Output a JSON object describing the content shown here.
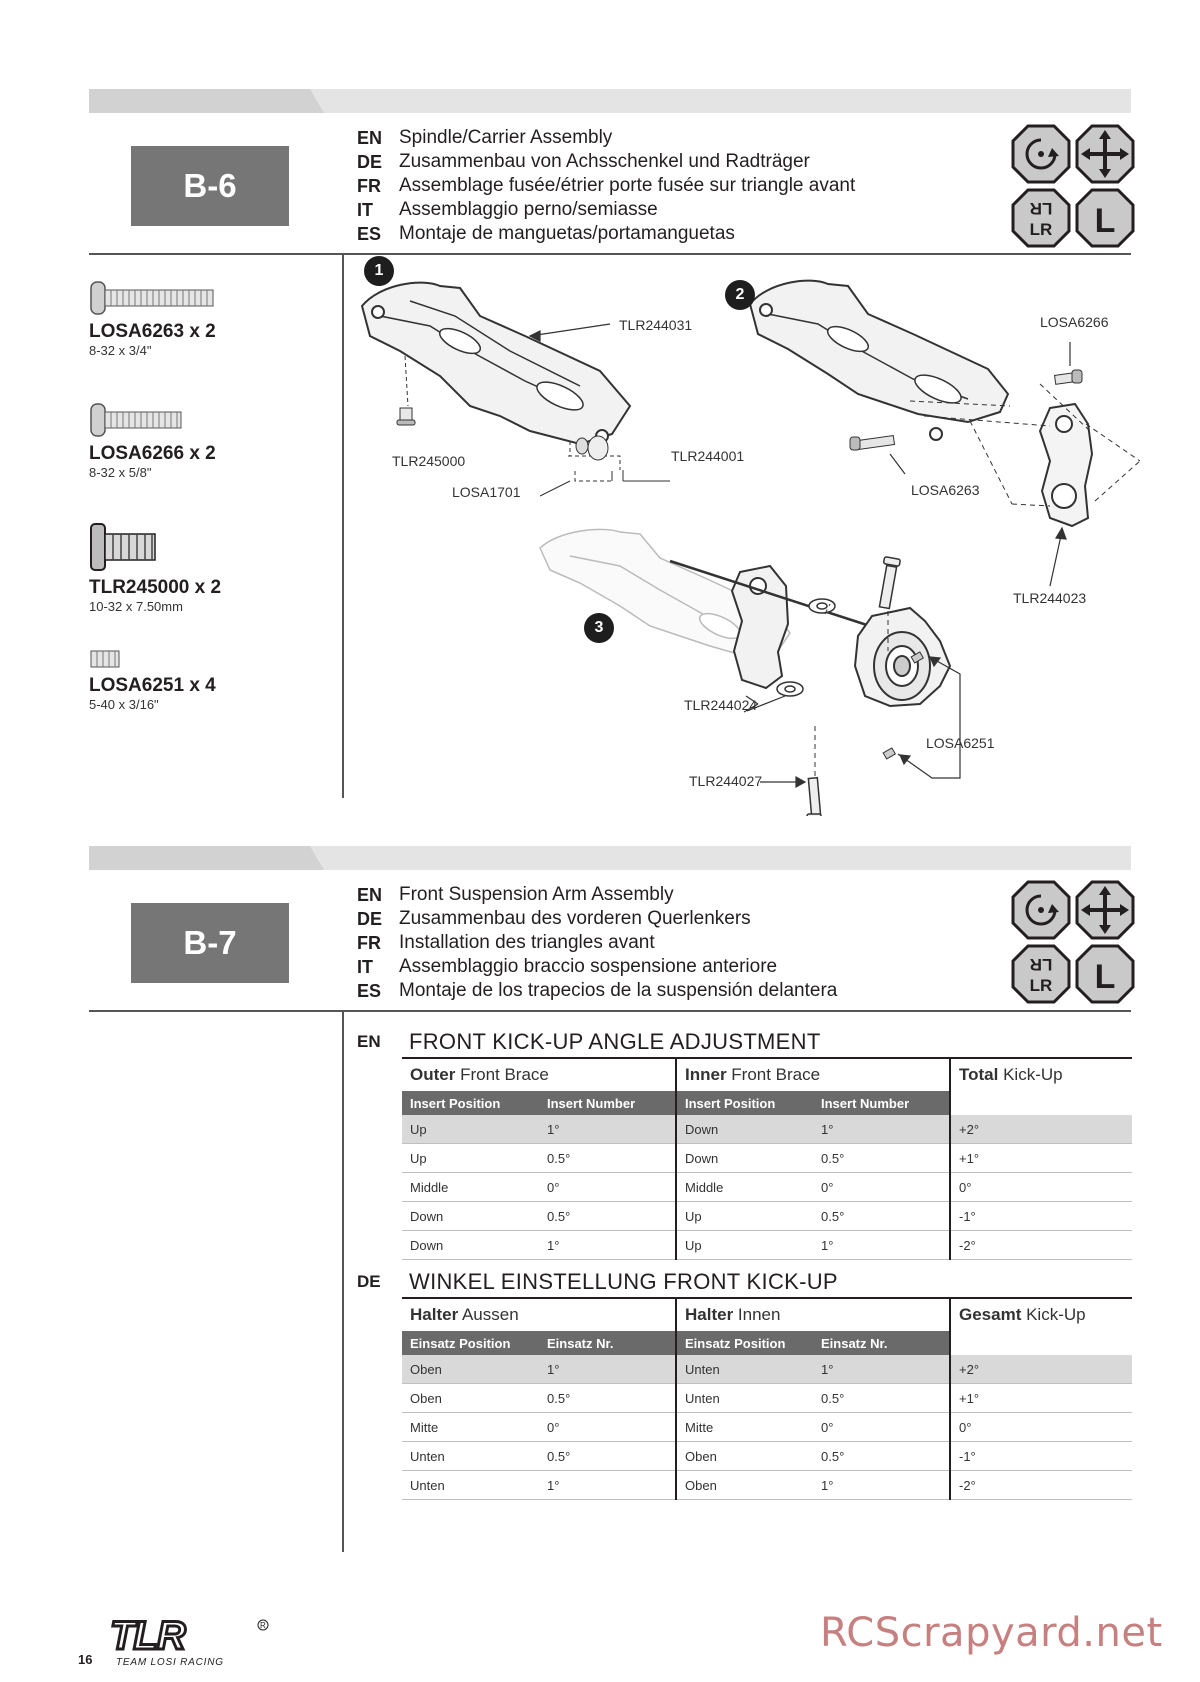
{
  "b6": {
    "step": "B-6",
    "titles": [
      {
        "code": "EN",
        "text": "Spindle/Carrier Assembly"
      },
      {
        "code": "DE",
        "text": "Zusammenbau von Achsschenkel und Radträger"
      },
      {
        "code": "FR",
        "text": "Assemblage fusée/étrier porte fusée sur triangle avant"
      },
      {
        "code": "IT",
        "text": "Assemblaggio perno/semiasse"
      },
      {
        "code": "ES",
        "text": "Montaje de manguetas/portamanguetas"
      }
    ],
    "icon_names": [
      "rotate-icon",
      "move-arrows-icon",
      "left-right-icon",
      "left-icon"
    ],
    "icon_letters": {
      "l": "L",
      "lr": "LR"
    },
    "parts": [
      {
        "name": "LOSA6263 x 2",
        "size": "8-32 x 3/4\""
      },
      {
        "name": "LOSA6266 x 2",
        "size": "8-32 x 5/8\""
      },
      {
        "name": "TLR245000 x 2",
        "size": "10-32 x 7.50mm"
      },
      {
        "name": "LOSA6251 x 4",
        "size": "5-40 x 3/16\""
      }
    ],
    "steps": [
      "1",
      "2",
      "3"
    ],
    "callouts": {
      "c1": "TLR244031",
      "c2": "TLR245000",
      "c3": "TLR244001",
      "c4": "LOSA1701",
      "c5": "LOSA6266",
      "c6": "LOSA6263",
      "c7": "TLR244023",
      "c8": "TLR244024",
      "c9": "LOSA6251",
      "c10": "TLR244027"
    }
  },
  "b7": {
    "step": "B-7",
    "titles": [
      {
        "code": "EN",
        "text": "Front Suspension Arm Assembly"
      },
      {
        "code": "DE",
        "text": "Zusammenbau des vorderen Querlenkers"
      },
      {
        "code": "FR",
        "text": "Installation des triangles avant"
      },
      {
        "code": "IT",
        "text": "Assemblaggio braccio sospensione anteriore"
      },
      {
        "code": "ES",
        "text": "Montaje de los trapecios de la suspensión delantera"
      }
    ],
    "tables": [
      {
        "code": "EN",
        "title": "FRONT KICK-UP ANGLE ADJUSTMENT",
        "group1_bold": "Outer",
        "group1_rest": " Front Brace",
        "group2_bold": "Inner",
        "group2_rest": " Front Brace",
        "group3_bold": "Total",
        "group3_rest": " Kick-Up",
        "col_pos": "Insert Position",
        "col_num": "Insert Number",
        "rows": [
          [
            "Up",
            "1°",
            "Down",
            "1°",
            "+2°"
          ],
          [
            "Up",
            "0.5°",
            "Down",
            "0.5°",
            "+1°"
          ],
          [
            "Middle",
            "0°",
            "Middle",
            "0°",
            "0°"
          ],
          [
            "Down",
            "0.5°",
            "Up",
            "0.5°",
            "-1°"
          ],
          [
            "Down",
            "1°",
            "Up",
            "1°",
            "-2°"
          ]
        ]
      },
      {
        "code": "DE",
        "title": "WINKEL EINSTELLUNG FRONT KICK-UP",
        "group1_bold": "Halter",
        "group1_rest": " Aussen",
        "group2_bold": "Halter",
        "group2_rest": " Innen",
        "group3_bold": "Gesamt",
        "group3_rest": " Kick-Up",
        "col_pos": "Einsatz Position",
        "col_num": "Einsatz Nr.",
        "rows": [
          [
            "Oben",
            "1°",
            "Unten",
            "1°",
            "+2°"
          ],
          [
            "Oben",
            "0.5°",
            "Unten",
            "0.5°",
            "+1°"
          ],
          [
            "Mitte",
            "0°",
            "Mitte",
            "0°",
            "0°"
          ],
          [
            "Unten",
            "0.5°",
            "Oben",
            "0.5°",
            "-1°"
          ],
          [
            "Unten",
            "1°",
            "Oben",
            "1°",
            "-2°"
          ]
        ]
      }
    ]
  },
  "footer": {
    "page": "16",
    "logo": "TLR",
    "logo_sub": "TEAM LOSI RACING",
    "watermark": "RCScrapyard.net"
  }
}
